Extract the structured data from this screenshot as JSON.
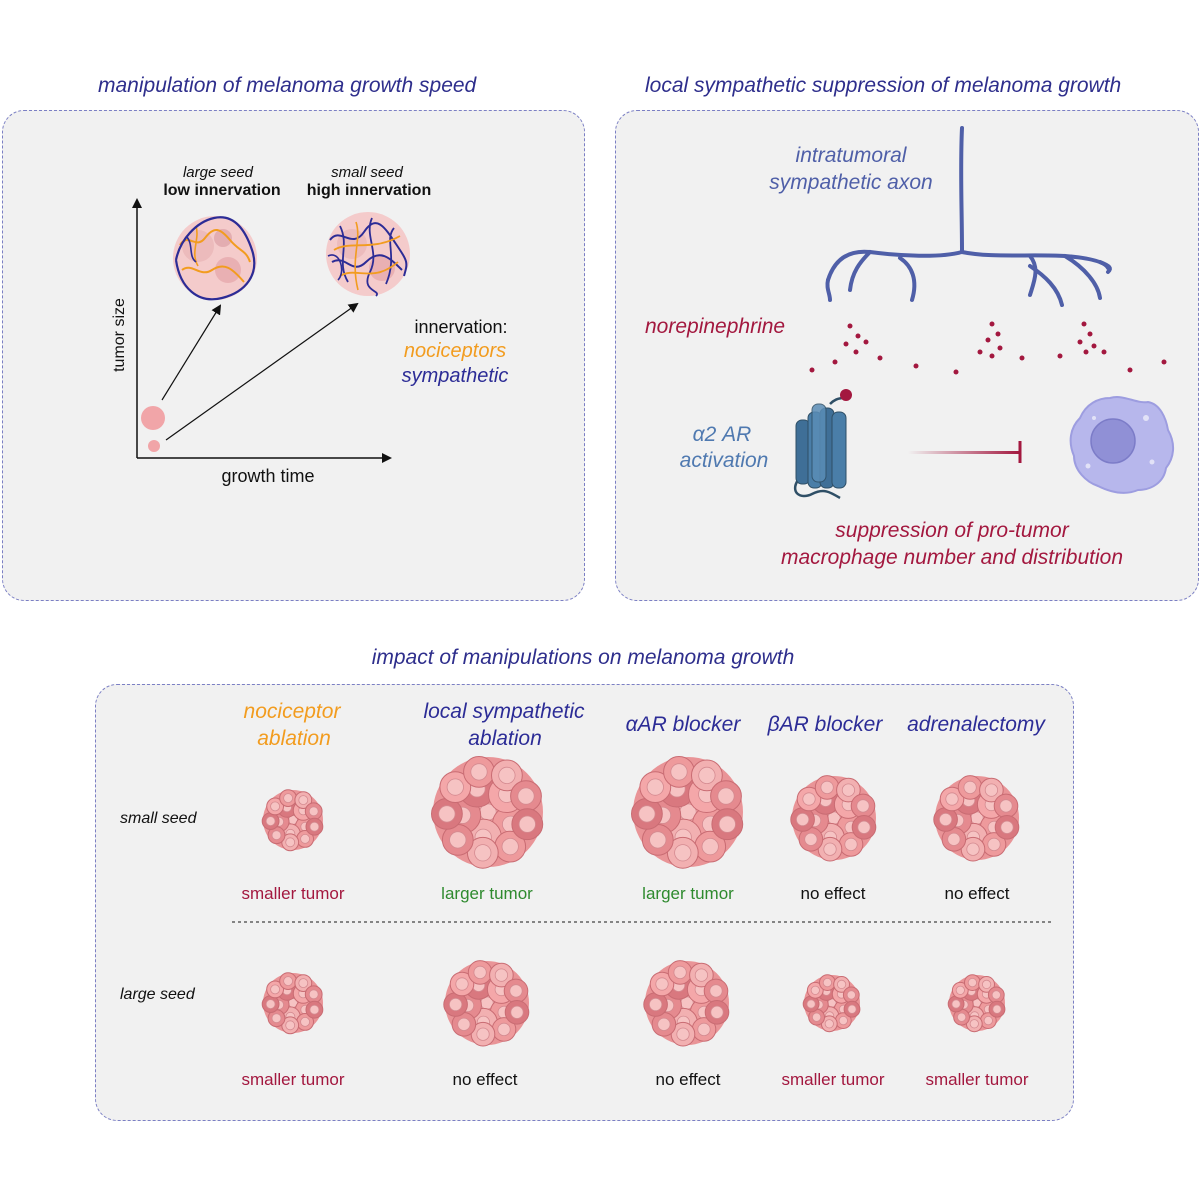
{
  "colors": {
    "title_blue": "#2e2e8c",
    "sympathetic_blue": "#2c2c96",
    "axon_blue": "#4f5fa8",
    "nociceptor_orange": "#f29c1f",
    "burgundy": "#a3183f",
    "green": "#2e8a2e",
    "tumor_pink": "#ee9a9c",
    "macrophage_purple": "#b3b3ea",
    "receptor_blue": "#3f6f97",
    "panel_bg": "#f1f1f1"
  },
  "panel_a": {
    "title": "manipulation of melanoma growth speed",
    "y_axis_label": "tumor size",
    "x_axis_label": "growth time",
    "large": {
      "line1": "large seed",
      "line2": "low innervation"
    },
    "small": {
      "line1": "small seed",
      "line2": "high innervation"
    },
    "legend": {
      "title": "innervation:",
      "nociceptors": "nociceptors",
      "sympathetic": "sympathetic"
    }
  },
  "panel_b": {
    "title": "local sympathetic suppression of melanoma growth",
    "axon_line1": "intratumoral",
    "axon_line2": "sympathetic axon",
    "neurotransmitter": "norepinephrine",
    "receptor_line1": "α2 AR",
    "receptor_line2": "activation",
    "outcome_line1": "suppression of pro-tumor",
    "outcome_line2": "macrophage number and distribution"
  },
  "panel_c": {
    "title": "impact of manipulations on melanoma growth",
    "row_labels": [
      "small seed",
      "large seed"
    ],
    "columns": [
      {
        "line1": "nociceptor",
        "line2": "ablation",
        "color": "#f29c1f"
      },
      {
        "line1": "local sympathetic",
        "line2": "ablation",
        "color": "#2c2c96"
      },
      {
        "line1": "αAR blocker",
        "line2": "",
        "color": "#2c2c96"
      },
      {
        "line1": "βAR blocker",
        "line2": "",
        "color": "#2c2c96"
      },
      {
        "line1": "adrenalectomy",
        "line2": "",
        "color": "#2c2c96"
      }
    ],
    "small_seed_outcomes": [
      {
        "text": "smaller tumor",
        "color": "#a3183f"
      },
      {
        "text": "larger tumor",
        "color": "#2e8a2e"
      },
      {
        "text": "larger tumor",
        "color": "#2e8a2e"
      },
      {
        "text": "no effect",
        "color": "#111111"
      },
      {
        "text": "no effect",
        "color": "#111111"
      }
    ],
    "large_seed_outcomes": [
      {
        "text": "smaller tumor",
        "color": "#a3183f"
      },
      {
        "text": "no effect",
        "color": "#111111"
      },
      {
        "text": "no effect",
        "color": "#111111"
      },
      {
        "text": "smaller tumor",
        "color": "#a3183f"
      },
      {
        "text": "smaller tumor",
        "color": "#a3183f"
      }
    ]
  }
}
